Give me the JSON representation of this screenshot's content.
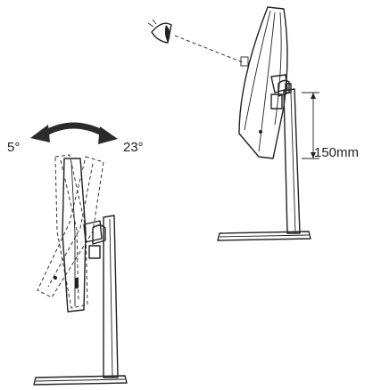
{
  "labels": {
    "tilt_forward": "5°",
    "tilt_back": "23°",
    "height_adjust": "150mm"
  },
  "colors": {
    "line": "#222222",
    "arrow": "#2b2b2b",
    "background": "#ffffff"
  },
  "icons": {
    "viewer": "eye-icon",
    "tilt_arrow": "double-curved-arrow-icon"
  }
}
